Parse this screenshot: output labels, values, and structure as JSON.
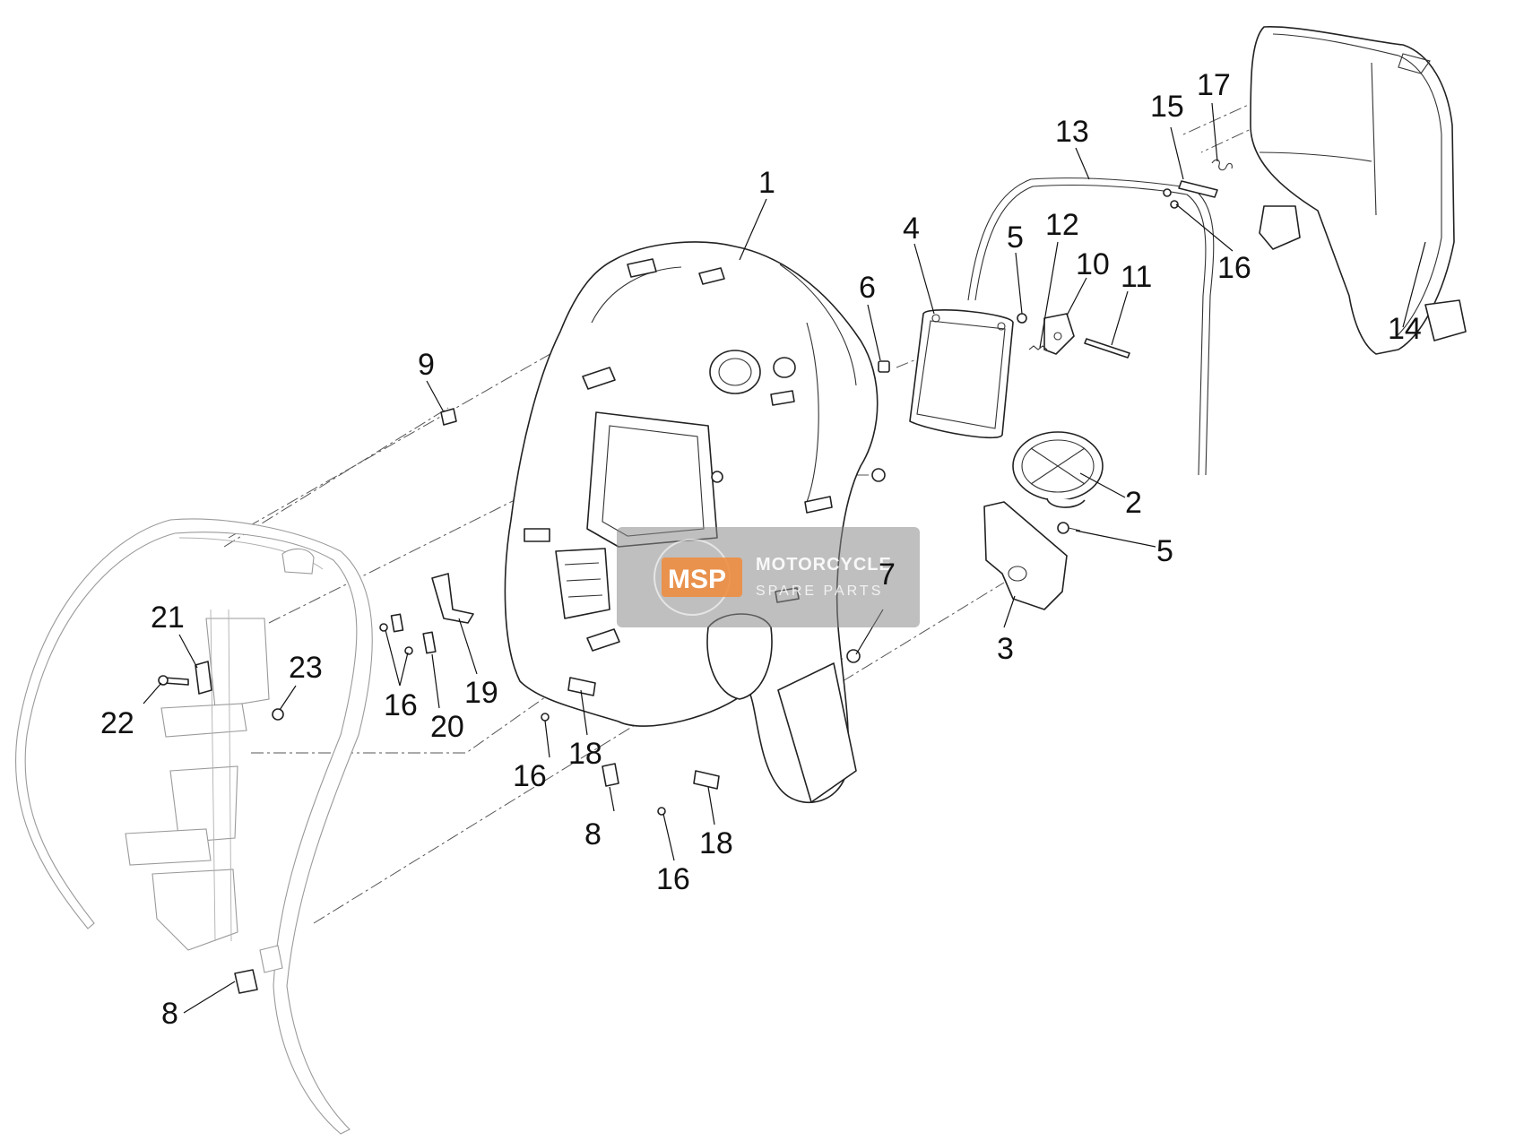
{
  "callouts": [
    {
      "id": "c1",
      "text": "1"
    },
    {
      "id": "c2",
      "text": "2"
    },
    {
      "id": "c3",
      "text": "3"
    },
    {
      "id": "c4",
      "text": "4"
    },
    {
      "id": "c5a",
      "text": "5"
    },
    {
      "id": "c5b",
      "text": "5"
    },
    {
      "id": "c6",
      "text": "6"
    },
    {
      "id": "c7",
      "text": "7"
    },
    {
      "id": "c8a",
      "text": "8"
    },
    {
      "id": "c8b",
      "text": "8"
    },
    {
      "id": "c9",
      "text": "9"
    },
    {
      "id": "c10",
      "text": "10"
    },
    {
      "id": "c11",
      "text": "11"
    },
    {
      "id": "c12",
      "text": "12"
    },
    {
      "id": "c13",
      "text": "13"
    },
    {
      "id": "c14",
      "text": "14"
    },
    {
      "id": "c15",
      "text": "15"
    },
    {
      "id": "c16a",
      "text": "16"
    },
    {
      "id": "c16b",
      "text": "16"
    },
    {
      "id": "c16c",
      "text": "16"
    },
    {
      "id": "c16d",
      "text": "16"
    },
    {
      "id": "c17",
      "text": "17"
    },
    {
      "id": "c18a",
      "text": "18"
    },
    {
      "id": "c18b",
      "text": "18"
    },
    {
      "id": "c19",
      "text": "19"
    },
    {
      "id": "c20",
      "text": "20"
    },
    {
      "id": "c21",
      "text": "21"
    },
    {
      "id": "c22",
      "text": "22"
    },
    {
      "id": "c23",
      "text": "23"
    }
  ],
  "watermark": {
    "logo": "MSP",
    "line1": "MOTORCYCLE",
    "line2": "SPARE PARTS",
    "badge_color": "#f08a3a",
    "panel_color": "#8a8a8a"
  }
}
